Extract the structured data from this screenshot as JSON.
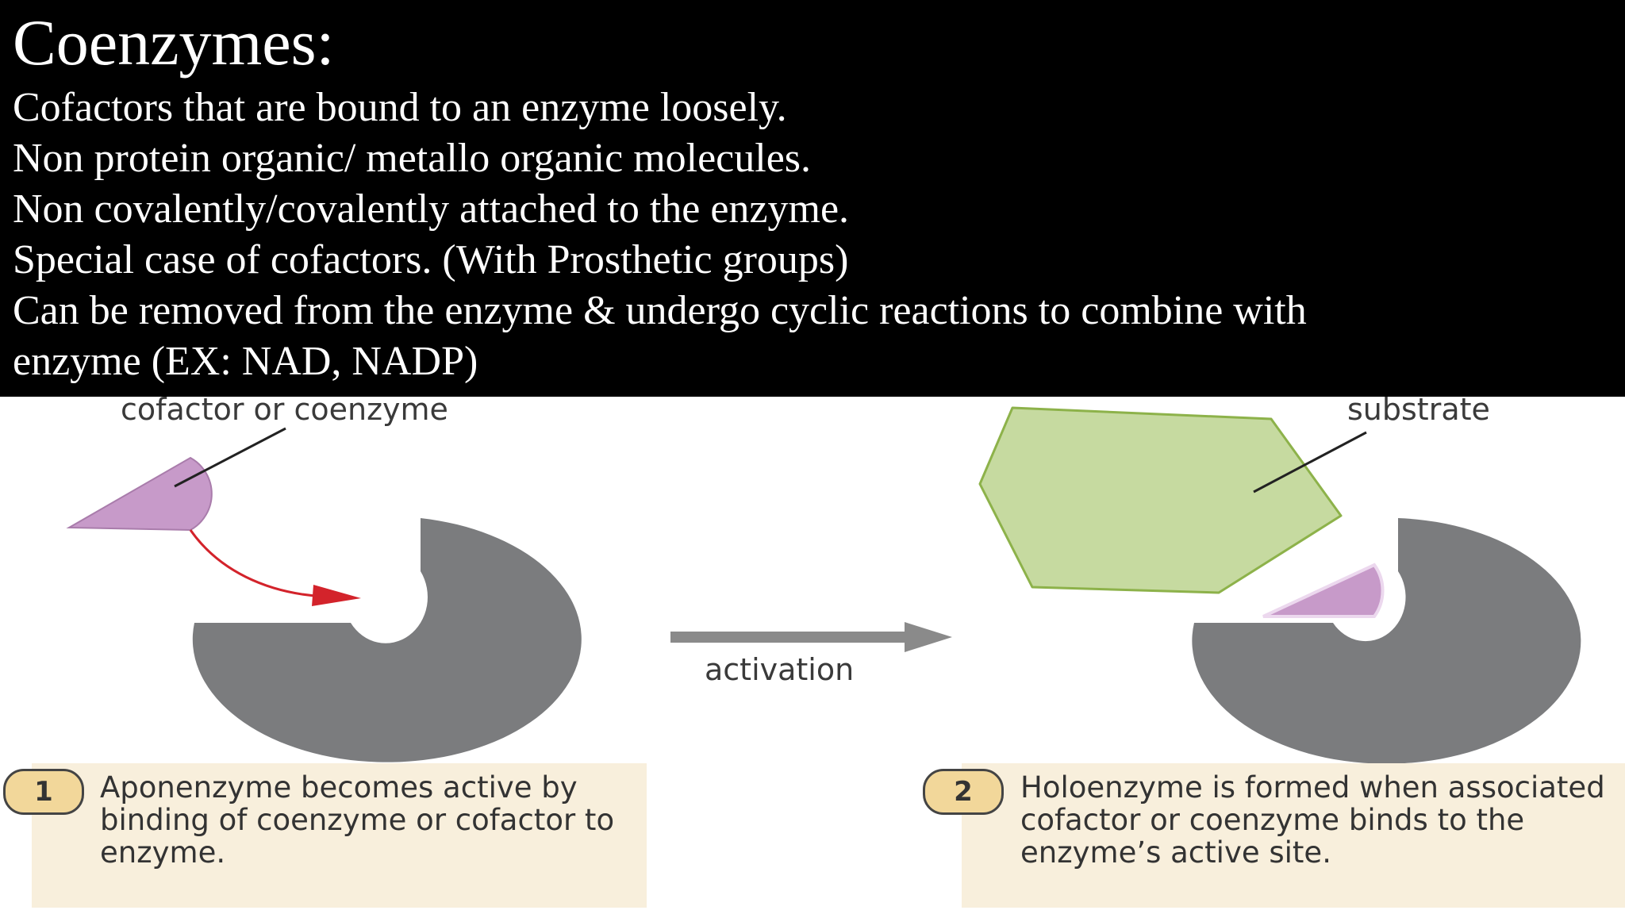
{
  "slide": {
    "title": "Coenzymes:",
    "bullets": [
      "Cofactors that are bound to an enzyme loosely.",
      "Non protein organic/ metallo organic molecules.",
      "Non covalently/covalently attached to the enzyme.",
      "Special case of cofactors. (With Prosthetic groups)",
      "Can be removed from the enzyme & undergo cyclic reactions to combine with",
      "enzyme (EX: NAD, NADP)"
    ]
  },
  "diagram": {
    "labels": {
      "cofactor": "cofactor or coenzyme",
      "substrate": "substrate",
      "activation": "activation"
    },
    "steps": [
      {
        "number": "1",
        "text": "Aponenzyme becomes active by binding of coenzyme or cofactor to enzyme."
      },
      {
        "number": "2",
        "text": "Holoenzyme is formed when associated cofactor or coenzyme binds to the enzyme’s active site."
      }
    ],
    "colors": {
      "enzyme": "#7b7c7e",
      "cofactor": "#c79ac9",
      "substrate": "#c6daa0",
      "substrate_border": "#8db24a",
      "red_arrow": "#d3232b",
      "gray_arrow": "#8a8a8a",
      "caption_bg": "#f8efdc",
      "badge_fill": "#f2d79a"
    }
  }
}
